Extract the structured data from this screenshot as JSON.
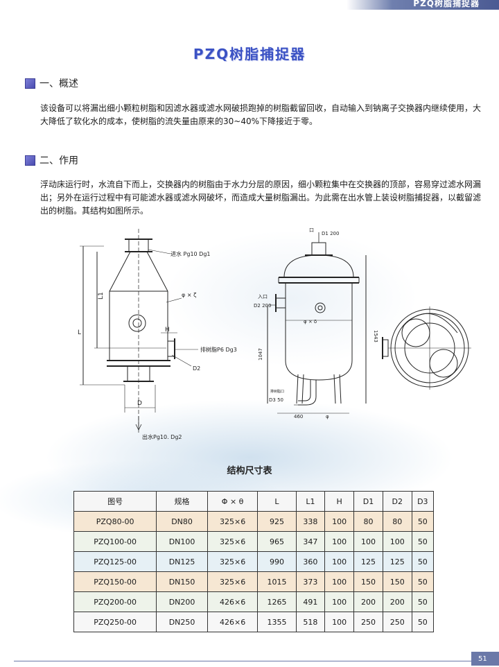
{
  "header": {
    "label": "PZQ树脂捕捉器"
  },
  "title": "PZQ树脂捕捉器",
  "sections": [
    {
      "heading": "一、概述",
      "paragraph": "该设备可以将漏出细小颗粒树脂和因滤水器或滤水网破损跑掉的树脂截留回收，自动输入到钠离子交换器内继续使用，大大降低了软化水的成本，使树脂的流失量由原来的30~40%下降接近于零。"
    },
    {
      "heading": "二、作用",
      "paragraph": "浮动床运行时，水流自下而上，交换器内的树脂由于水力分层的原因，细小颗粒集中在交换器的顶部，容易穿过滤水网漏出；另外在运行过程中有可能滤水器或滤水网破坏，而造成大量树脂漏出。为此需在出水管上装设树脂捕捉器，以截留滤出的树脂。其结构如图所示。"
    }
  ],
  "diagram": {
    "left": {
      "inlet_label": "进水 Pg10 Dg1",
      "phi_label": "φ × ζ",
      "l1": "L1",
      "l": "L",
      "h": "H",
      "drain_label": "排树脂P6 Dg3",
      "d2": "D2",
      "d": "D",
      "outlet_label": "出水Pg10. Dg2"
    },
    "right": {
      "top_port": "口",
      "d1_label": "D1 200",
      "inlet": "入口",
      "d2_label": "D2 200",
      "phi": "φ × δ",
      "h1543": "1543",
      "h1047": "1047",
      "drain_note": "排树脂口",
      "d3_label": "D3 50",
      "w460": "460",
      "phi_bottom": "φ"
    }
  },
  "table": {
    "caption": "结构尺寸表",
    "headers": [
      "图号",
      "规格",
      "Φ × θ",
      "L",
      "L1",
      "H",
      "D1",
      "D2",
      "D3"
    ],
    "rows": [
      [
        "PZQ80-00",
        "DN80",
        "325×6",
        "925",
        "338",
        "100",
        "80",
        "80",
        "50"
      ],
      [
        "PZQ100-00",
        "DN100",
        "325×6",
        "965",
        "347",
        "100",
        "100",
        "100",
        "50"
      ],
      [
        "PZQ125-00",
        "DN125",
        "325×6",
        "990",
        "360",
        "100",
        "125",
        "125",
        "50"
      ],
      [
        "PZQ150-00",
        "DN150",
        "325×6",
        "1015",
        "373",
        "100",
        "150",
        "150",
        "50"
      ],
      [
        "PZQ200-00",
        "DN200",
        "426×6",
        "1265",
        "491",
        "100",
        "200",
        "200",
        "50"
      ],
      [
        "PZQ250-00",
        "DN250",
        "426×6",
        "1355",
        "518",
        "100",
        "250",
        "250",
        "50"
      ]
    ]
  },
  "page_number": "51"
}
